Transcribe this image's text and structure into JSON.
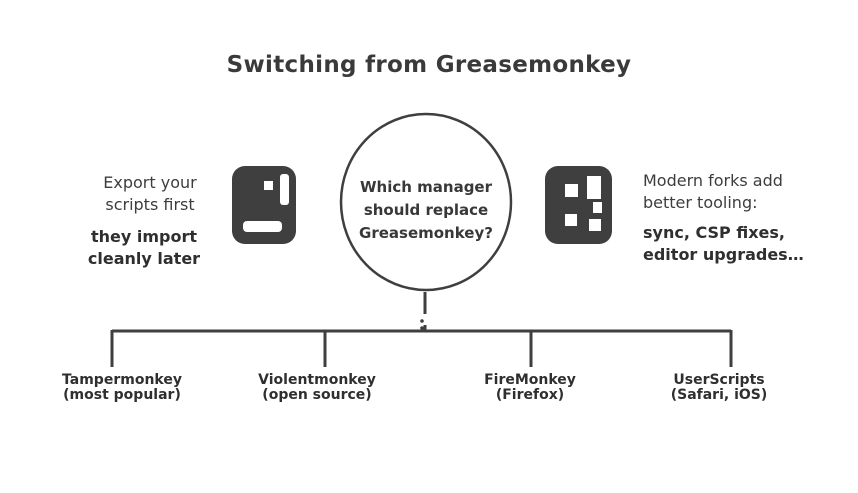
{
  "title": "Switching from Greasemonkey",
  "center_circle": {
    "lines": [
      "Which manager",
      "should replace",
      "Greasemonkey?"
    ]
  },
  "left_note": {
    "lines": [
      "Export your",
      "scripts first"
    ],
    "bold_lines": [
      "they import",
      "cleanly later"
    ]
  },
  "right_note": {
    "lines": [
      "Modern forks add",
      "better tooling:"
    ],
    "bold_lines": [
      "sync, CSP fixes,",
      "editor upgrades…"
    ]
  },
  "icons": {
    "left": "clipboard-icon",
    "right": "qr-code-icon"
  },
  "children": [
    {
      "lines": [
        "Tampermonkey",
        "(most popular)"
      ]
    },
    {
      "lines": [
        "Violentmonkey",
        "(open source)"
      ]
    },
    {
      "lines": [
        "FireMonkey",
        "(Firefox)"
      ]
    },
    {
      "lines": [
        "UserScripts",
        "(Safari, iOS)"
      ]
    }
  ],
  "colors": {
    "stroke": "#3f3f3f",
    "text": "#3b3b3b",
    "bold_text": "#2f2f2f",
    "background": "#ffffff"
  }
}
